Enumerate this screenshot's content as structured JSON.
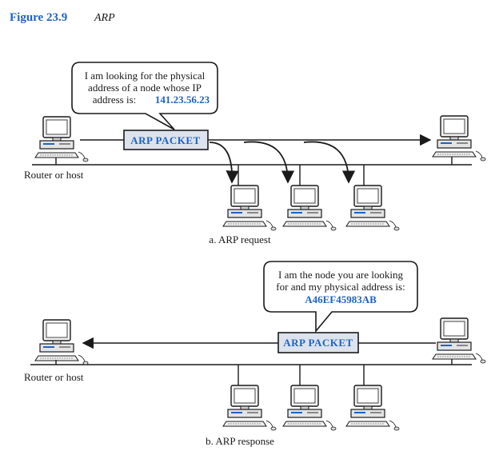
{
  "figure": {
    "number": "Figure 23.9",
    "title": "ARP"
  },
  "request": {
    "callout_lines": [
      "I am looking for the physical",
      "address of a node whose IP",
      "address is:"
    ],
    "ip_address": "141.23.56.23",
    "packet_label": "ARP PACKET",
    "host_label": "Router or host",
    "caption": "a. ARP request"
  },
  "response": {
    "callout_lines": [
      "I am the node you are looking",
      "for and my physical address is:"
    ],
    "physical_address": "A46EF45983AB",
    "packet_label": "ARP PACKET",
    "host_label": "Router or host",
    "caption": "b. ARP response"
  },
  "colors": {
    "accent": "#1f63c4",
    "packet_fill": "#dde3ec",
    "monitor_screen": "#ffffff",
    "line": "#1a1a1a"
  }
}
